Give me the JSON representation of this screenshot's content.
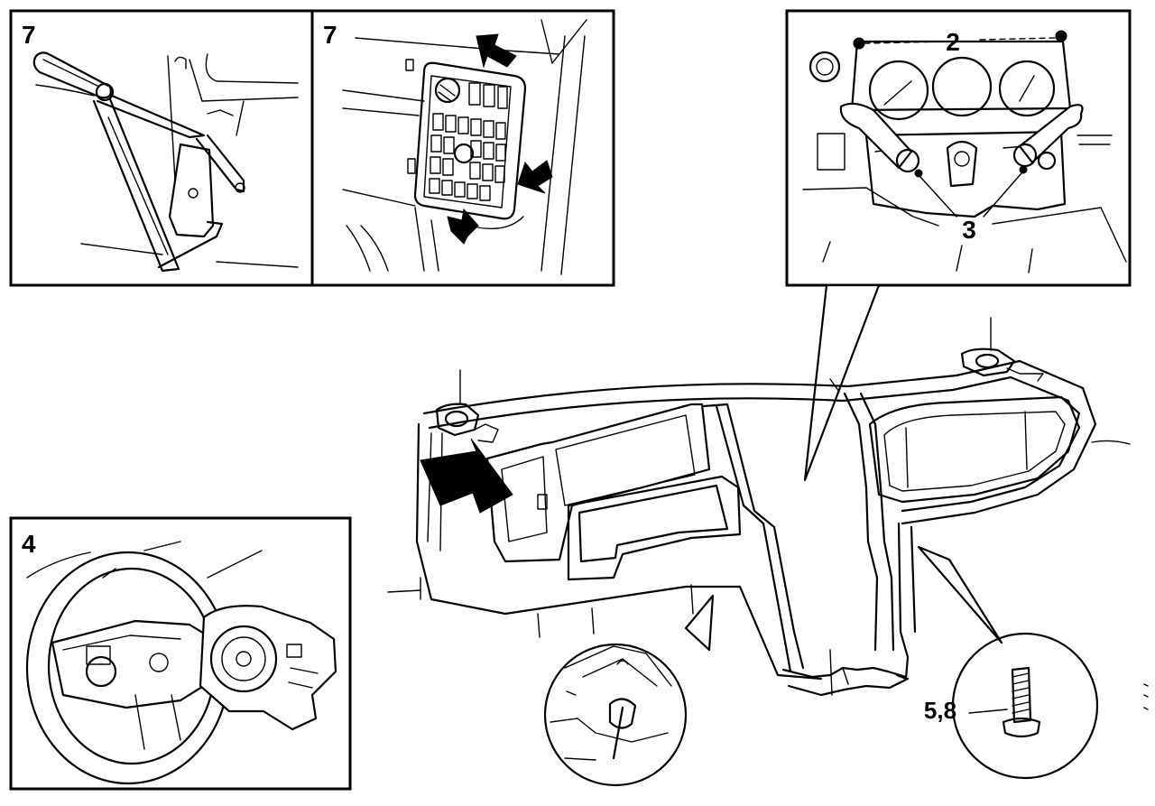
{
  "panels": {
    "handbrake": {
      "label": "7"
    },
    "fuse_panel": {
      "label": "7"
    },
    "instrument_cluster": {
      "label_top": "2",
      "label_bottom": "3"
    },
    "steering_wheel": {
      "label": "4"
    }
  },
  "callouts": {
    "bolt": {
      "label": "5,8"
    }
  },
  "colors": {
    "line": "#000000",
    "background": "#ffffff"
  }
}
